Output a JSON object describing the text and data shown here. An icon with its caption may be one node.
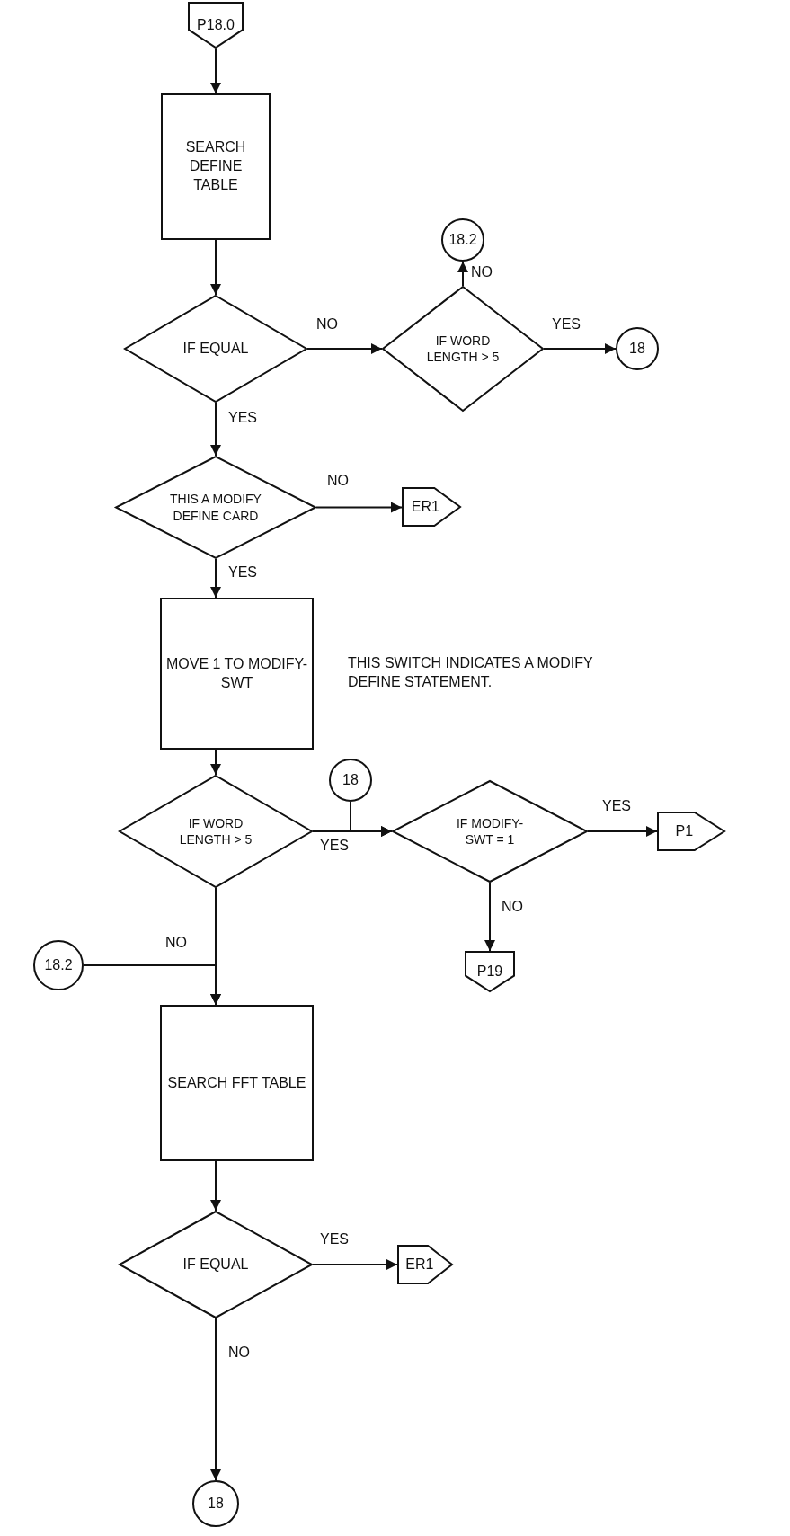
{
  "diagram": {
    "nodes": [
      {
        "text": [
          "P18.0"
        ]
      },
      {
        "text": [
          "SEARCH DEFINE TABLE"
        ]
      },
      {
        "text": [
          "IF EQUAL"
        ]
      },
      {
        "text": [
          "18.2"
        ]
      },
      {
        "text": [
          "IF WORD LENGTH > 5"
        ]
      },
      {
        "text": [
          "18"
        ]
      },
      {
        "text": [
          "THIS A MODIFY DEFINE CARD"
        ]
      },
      {
        "text": [
          "ER1"
        ]
      },
      {
        "text": [
          "MOVE 1 TO MODIFY-SWT"
        ]
      },
      {
        "text": [
          "18"
        ]
      },
      {
        "text": [
          "IF WORD LENGTH > 5"
        ]
      },
      {
        "text": [
          "IF MODIFY- SWT = 1"
        ]
      },
      {
        "text": [
          "P1"
        ]
      },
      {
        "text": [
          "18.2"
        ]
      },
      {
        "text": [
          "P19"
        ]
      },
      {
        "text": [
          "SEARCH FFT TABLE"
        ]
      },
      {
        "text": [
          "IF EQUAL"
        ]
      },
      {
        "text": [
          "ER1"
        ]
      },
      {
        "text": [
          "18"
        ]
      }
    ],
    "edges": [
      {
        "from": 0,
        "to": 1,
        "arrow": "to"
      },
      {
        "from": 1,
        "to": 2,
        "arrow": "to"
      },
      {
        "from": 2,
        "to": 4,
        "arrow": "to",
        "label": "NO"
      },
      {
        "from": 4,
        "to": 3,
        "arrow": "to",
        "label": "NO"
      },
      {
        "from": 4,
        "to": 5,
        "arrow": "to",
        "label": "YES"
      },
      {
        "from": 2,
        "to": 6,
        "arrow": "to",
        "label": "YES"
      },
      {
        "from": 6,
        "to": 7,
        "arrow": "to",
        "label": "NO"
      },
      {
        "from": 6,
        "to": 8,
        "arrow": "to",
        "label": "YES"
      },
      {
        "from": 8,
        "to": 10,
        "arrow": "to"
      },
      {
        "from": 10,
        "to": 11,
        "arrow": "to",
        "label": "YES"
      },
      {
        "from": 9,
        "to": 11,
        "arrow": "to"
      },
      {
        "from": 11,
        "to": 12,
        "arrow": "to",
        "label": "YES"
      },
      {
        "from": 11,
        "to": 14,
        "arrow": "to",
        "label": "NO"
      },
      {
        "from": 10,
        "to": 15,
        "arrow": "to",
        "label": "NO"
      },
      {
        "from": 13,
        "to": 15,
        "arrow": "to"
      },
      {
        "from": 15,
        "to": 16,
        "arrow": "to"
      },
      {
        "from": 16,
        "to": 17,
        "arrow": "to",
        "label": "YES"
      },
      {
        "from": 16,
        "to": 18,
        "arrow": "to",
        "label": "NO"
      }
    ],
    "labels": [
      "THIS SWITCH INDICATES A MODIFY DEFINE STATEMENT."
    ]
  }
}
